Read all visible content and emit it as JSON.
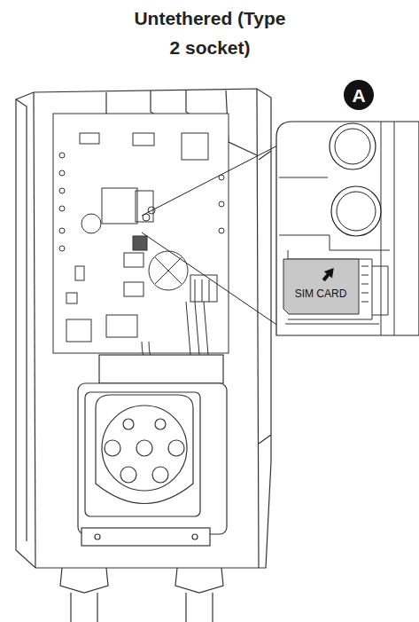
{
  "diagram": {
    "title": "Untethered (Type 2 socket)",
    "labels": [
      "A",
      "SIM CARD"
    ]
  }
}
